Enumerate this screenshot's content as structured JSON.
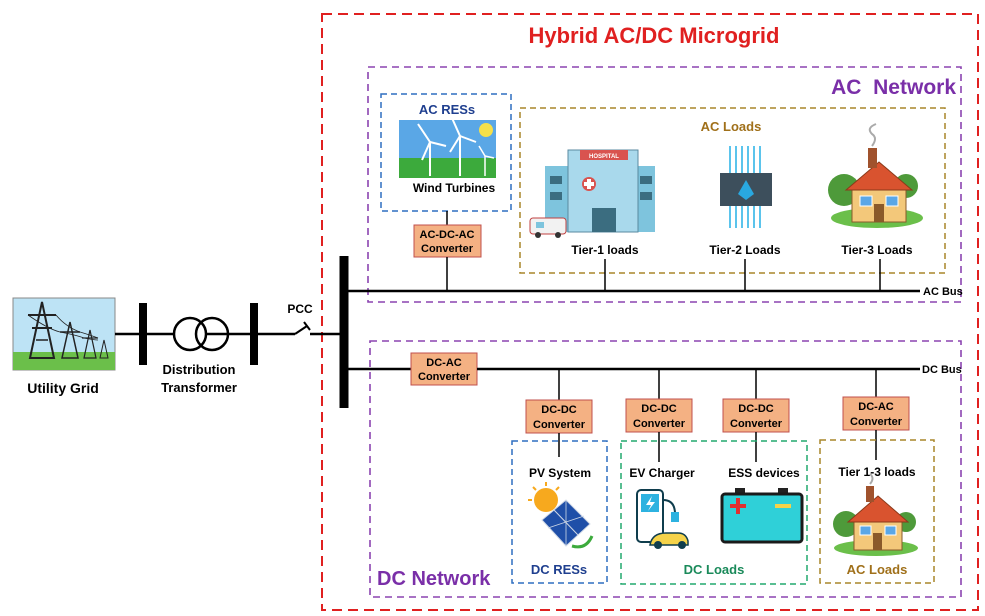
{
  "title": "Hybrid AC/DC Microgrid",
  "colors": {
    "microgrid_border": "#e02020",
    "title": "#e02020",
    "network_border": "#8b44b0",
    "network_text": "#7a2fa8",
    "ac_res_border": "#2f6fc0",
    "ac_loads_border": "#a8862a",
    "dc_res_border": "#2f6fc0",
    "dc_loads_border": "#22a86e",
    "dc_ac_loads_border": "#a8862a",
    "converter_fill": "#f4b183",
    "converter_border": "#c0504d",
    "bus": "#000000"
  },
  "grid": {
    "utility_label": "Utility Grid",
    "transformer_label_1": "Distribution",
    "transformer_label_2": "Transformer",
    "pcc_label": "PCC"
  },
  "ac_network": {
    "label": "AC  Network",
    "res": {
      "title": "AC RESs",
      "item": "Wind Turbines"
    },
    "converter": [
      "AC-DC-AC",
      "Converter"
    ],
    "loads": {
      "title": "AC Loads",
      "items": [
        "Tier-1 loads",
        "Tier-2 Loads",
        "Tier-3 Loads"
      ],
      "hospital_sign": "HOSPITAL"
    },
    "bus_label": "AC Bus"
  },
  "dc_network": {
    "label": "DC Network",
    "bus_label": "DC Bus",
    "main_converter": [
      "DC-AC",
      "Converter"
    ],
    "converters": [
      [
        "DC-DC",
        "Converter"
      ],
      [
        "DC-DC",
        "Converter"
      ],
      [
        "DC-DC",
        "Converter"
      ],
      [
        "DC-AC",
        "Converter"
      ]
    ],
    "res": {
      "title": "DC RESs",
      "item": "PV System"
    },
    "loads": {
      "title": "DC Loads",
      "items": [
        "EV Charger",
        "ESS devices"
      ]
    },
    "ac_loads": {
      "title": "AC Loads",
      "item": "Tier 1-3 loads"
    }
  }
}
